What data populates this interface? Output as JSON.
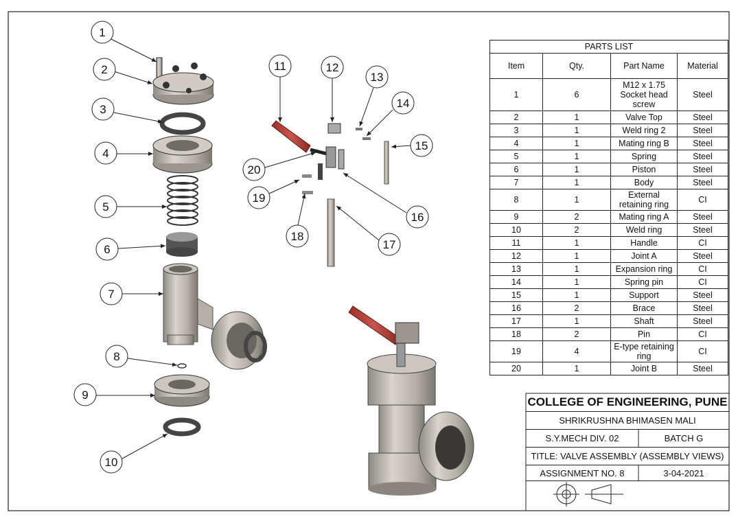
{
  "parts_list": {
    "caption": "PARTS LIST",
    "headers": [
      "Item",
      "Qty.",
      "Part Name",
      "Material"
    ],
    "rows": [
      {
        "item": "1",
        "qty": "6",
        "name": "M12 x 1.75 Socket head screw",
        "material": "Steel"
      },
      {
        "item": "2",
        "qty": "1",
        "name": "Valve Top",
        "material": "Steel"
      },
      {
        "item": "3",
        "qty": "1",
        "name": "Weld ring 2",
        "material": "Steel"
      },
      {
        "item": "4",
        "qty": "1",
        "name": "Mating ring B",
        "material": "Steel"
      },
      {
        "item": "5",
        "qty": "1",
        "name": "Spring",
        "material": "Steel"
      },
      {
        "item": "6",
        "qty": "1",
        "name": "Piston",
        "material": "Steel"
      },
      {
        "item": "7",
        "qty": "1",
        "name": "Body",
        "material": "Steel"
      },
      {
        "item": "8",
        "qty": "1",
        "name": "External retaining ring",
        "material": "CI"
      },
      {
        "item": "9",
        "qty": "2",
        "name": "Mating ring A",
        "material": "Steel"
      },
      {
        "item": "10",
        "qty": "2",
        "name": "Weld ring",
        "material": "Steel"
      },
      {
        "item": "11",
        "qty": "1",
        "name": "Handle",
        "material": "CI"
      },
      {
        "item": "12",
        "qty": "1",
        "name": "Joint A",
        "material": "Steel"
      },
      {
        "item": "13",
        "qty": "1",
        "name": "Expansion ring",
        "material": "CI"
      },
      {
        "item": "14",
        "qty": "1",
        "name": "Spring pin",
        "material": "CI"
      },
      {
        "item": "15",
        "qty": "1",
        "name": "Support",
        "material": "Steel"
      },
      {
        "item": "16",
        "qty": "2",
        "name": "Brace",
        "material": "Steel"
      },
      {
        "item": "17",
        "qty": "1",
        "name": "Shaft",
        "material": "Steel"
      },
      {
        "item": "18",
        "qty": "2",
        "name": "Pin",
        "material": "CI"
      },
      {
        "item": "19",
        "qty": "4",
        "name": "E-type retaining ring",
        "material": "CI"
      },
      {
        "item": "20",
        "qty": "1",
        "name": "Joint B",
        "material": "Steel"
      }
    ]
  },
  "title_block": {
    "college": "COLLEGE OF ENGINEERING, PUNE",
    "student": "SHRIKRUSHNA BHIMASEN MALI",
    "class": "S.Y.MECH  DIV. 02",
    "batch": "BATCH G",
    "title": "TITLE: VALVE ASSEMBLY (ASSEMBLY VIEWS)",
    "assignment": "ASSIGNMENT NO. 8",
    "date": "3-04-2021"
  },
  "balloons": [
    "1",
    "2",
    "3",
    "4",
    "5",
    "6",
    "7",
    "8",
    "9",
    "10",
    "11",
    "12",
    "13",
    "14",
    "15",
    "16",
    "17",
    "18",
    "19",
    "20"
  ],
  "colors": {
    "steel": "#bdb8b0",
    "handle": "#b8403a",
    "line": "#222222"
  }
}
